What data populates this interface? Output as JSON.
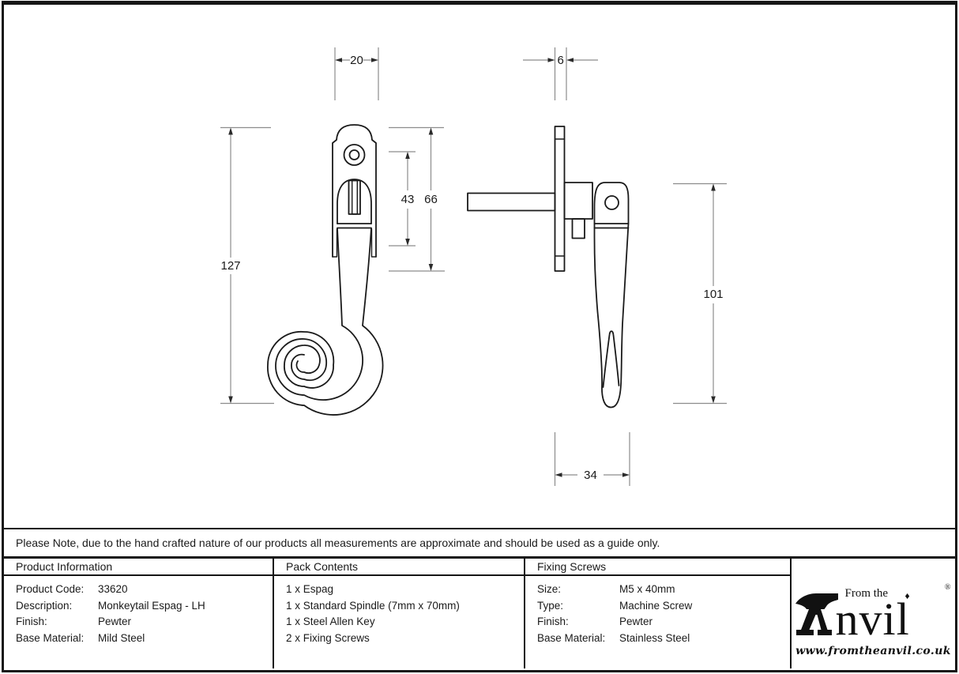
{
  "note": {
    "text": "Please Note, due to the hand crafted nature of our products all measurements are approximate and should be used as a guide only."
  },
  "drawing": {
    "dims": {
      "plate_width": "20",
      "overall_height": "127",
      "screw_to_plate_bottom": "43",
      "plate_height": "66",
      "plate_thickness": "6",
      "handle_height": "101",
      "projection_depth": "34"
    },
    "colors": {
      "part_line": "#1a1a1a",
      "dim_line": "#8c8c8c",
      "arrow": "#2a2a2a"
    }
  },
  "tables": {
    "product_information": {
      "header": "Product Information",
      "rows": [
        {
          "label": "Product Code:",
          "value": "33620"
        },
        {
          "label": "Description:",
          "value": "Monkeytail Espag - LH"
        },
        {
          "label": "Finish:",
          "value": "Pewter"
        },
        {
          "label": "Base Material:",
          "value": "Mild Steel"
        }
      ]
    },
    "pack_contents": {
      "header": "Pack Contents",
      "items": [
        "1 x Espag",
        "1 x Standard Spindle (7mm x 70mm)",
        "1 x Steel Allen Key",
        "2 x Fixing Screws"
      ]
    },
    "fixing_screws": {
      "header": "Fixing Screws",
      "rows": [
        {
          "label": "Size:",
          "value": "M5 x 40mm"
        },
        {
          "label": "Type:",
          "value": "Machine Screw"
        },
        {
          "label": "Finish:",
          "value": "Pewter"
        },
        {
          "label": "Base Material:",
          "value": "Stainless Steel"
        }
      ]
    }
  },
  "logo": {
    "from_the": "From the",
    "brand_suffix": "nvil",
    "diamond": "♦",
    "registered": "®",
    "url": "www.fromtheanvil.co.uk"
  }
}
